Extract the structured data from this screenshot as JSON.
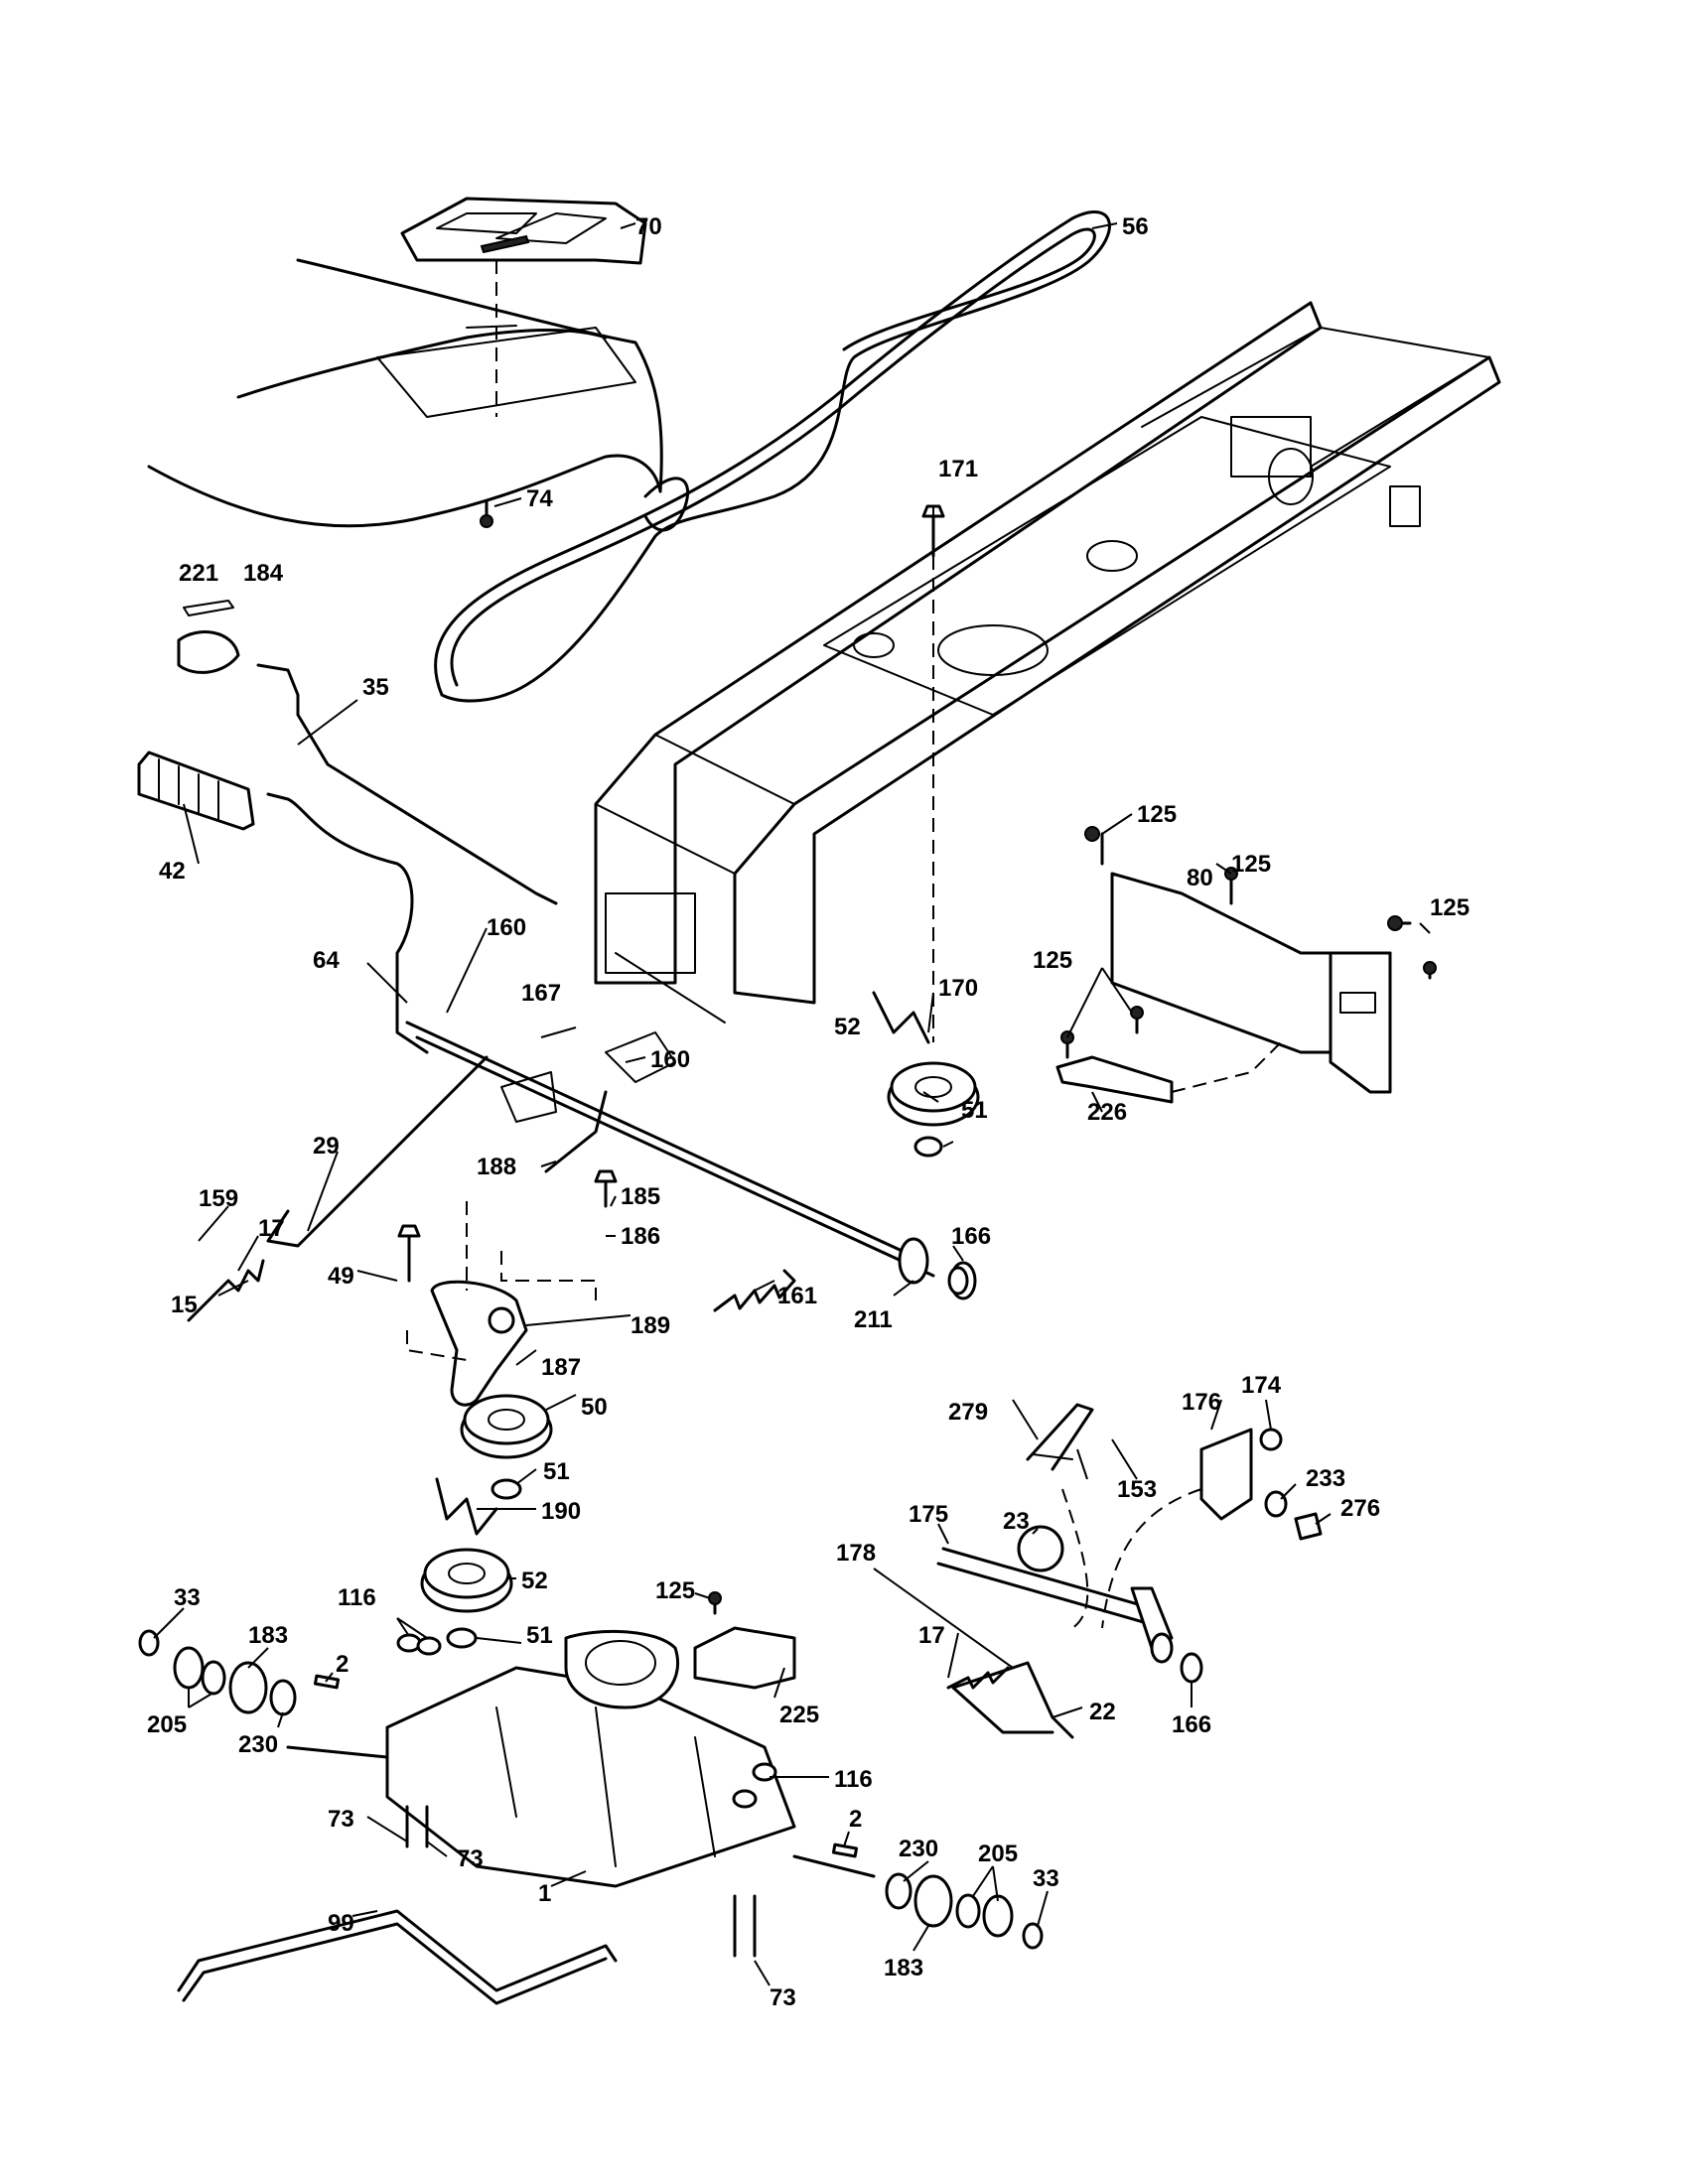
{
  "parts": [
    {
      "id": "p70",
      "label": "70"
    },
    {
      "id": "p56",
      "label": "56"
    },
    {
      "id": "p74",
      "label": "74"
    },
    {
      "id": "p171",
      "label": "171"
    },
    {
      "id": "p221",
      "label": "221"
    },
    {
      "id": "p184",
      "label": "184"
    },
    {
      "id": "p35",
      "label": "35"
    },
    {
      "id": "p42",
      "label": "42"
    },
    {
      "id": "p125a",
      "label": "125"
    },
    {
      "id": "p80",
      "label": "80"
    },
    {
      "id": "p125b",
      "label": "125"
    },
    {
      "id": "p125c",
      "label": "125"
    },
    {
      "id": "p125d",
      "label": "125"
    },
    {
      "id": "p64",
      "label": "64"
    },
    {
      "id": "p160a",
      "label": "160"
    },
    {
      "id": "p167",
      "label": "167"
    },
    {
      "id": "p160b",
      "label": "160"
    },
    {
      "id": "p170",
      "label": "170"
    },
    {
      "id": "p52a",
      "label": "52"
    },
    {
      "id": "p51a",
      "label": "51"
    },
    {
      "id": "p226",
      "label": "226"
    },
    {
      "id": "p29",
      "label": "29"
    },
    {
      "id": "p188",
      "label": "188"
    },
    {
      "id": "p185",
      "label": "185"
    },
    {
      "id": "p159",
      "label": "159"
    },
    {
      "id": "p17a",
      "label": "17"
    },
    {
      "id": "p186",
      "label": "186"
    },
    {
      "id": "p166a",
      "label": "166"
    },
    {
      "id": "p15",
      "label": "15"
    },
    {
      "id": "p49",
      "label": "49"
    },
    {
      "id": "p161",
      "label": "161"
    },
    {
      "id": "p211",
      "label": "211"
    },
    {
      "id": "p189",
      "label": "189"
    },
    {
      "id": "p187",
      "label": "187"
    },
    {
      "id": "p50",
      "label": "50"
    },
    {
      "id": "p279",
      "label": "279"
    },
    {
      "id": "p176",
      "label": "176"
    },
    {
      "id": "p174",
      "label": "174"
    },
    {
      "id": "p51b",
      "label": "51"
    },
    {
      "id": "p153",
      "label": "153"
    },
    {
      "id": "p233",
      "label": "233"
    },
    {
      "id": "p190",
      "label": "190"
    },
    {
      "id": "p175",
      "label": "175"
    },
    {
      "id": "p23",
      "label": "23"
    },
    {
      "id": "p276",
      "label": "276"
    },
    {
      "id": "p178",
      "label": "178"
    },
    {
      "id": "p52b",
      "label": "52"
    },
    {
      "id": "p33a",
      "label": "33"
    },
    {
      "id": "p116a",
      "label": "116"
    },
    {
      "id": "p125e",
      "label": "125"
    },
    {
      "id": "p51c",
      "label": "51"
    },
    {
      "id": "p183a",
      "label": "183"
    },
    {
      "id": "p17b",
      "label": "17"
    },
    {
      "id": "p2a",
      "label": "2"
    },
    {
      "id": "p205a",
      "label": "205"
    },
    {
      "id": "p22",
      "label": "22"
    },
    {
      "id": "p166b",
      "label": "166"
    },
    {
      "id": "p230a",
      "label": "230"
    },
    {
      "id": "p225",
      "label": "225"
    },
    {
      "id": "p116b",
      "label": "116"
    },
    {
      "id": "p73a",
      "label": "73"
    },
    {
      "id": "p2b",
      "label": "2"
    },
    {
      "id": "p73b",
      "label": "73"
    },
    {
      "id": "p230b",
      "label": "230"
    },
    {
      "id": "p205b",
      "label": "205"
    },
    {
      "id": "p1",
      "label": "1"
    },
    {
      "id": "p33b",
      "label": "33"
    },
    {
      "id": "p99",
      "label": "99"
    },
    {
      "id": "p183b",
      "label": "183"
    },
    {
      "id": "p73c",
      "label": "73"
    }
  ]
}
